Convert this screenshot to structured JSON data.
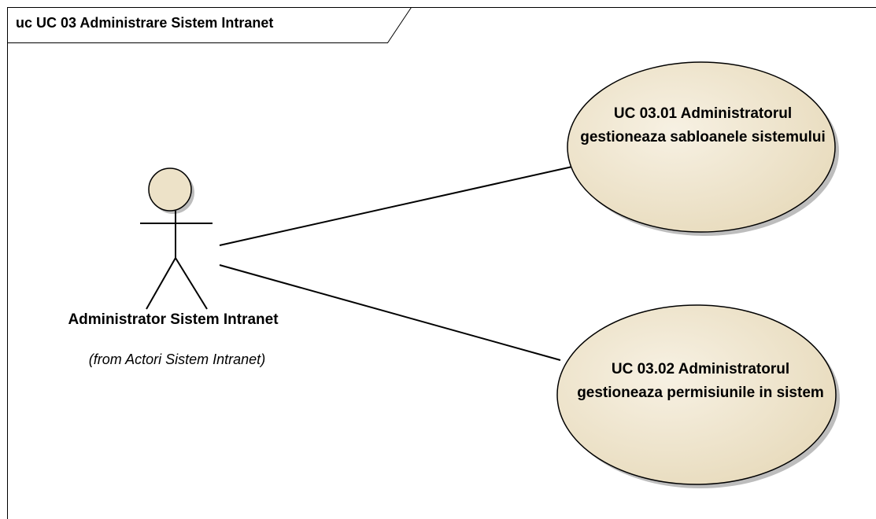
{
  "diagram": {
    "frame_title": "uc UC 03 Administrare Sistem Intranet",
    "actor": {
      "name": "Administrator Sistem Intranet",
      "from": "(from Actori Sistem Intranet)"
    },
    "use_cases": [
      {
        "id": "uc-03-01",
        "label": "UC 03.01 Administratorul gestioneaza sabloanele sistemului"
      },
      {
        "id": "uc-03-02",
        "label": "UC 03.02 Administratorul gestioneaza permisiunile in sistem"
      }
    ],
    "colors": {
      "use_case_fill": "#ede2c8",
      "actor_head_fill": "#ede2c8",
      "shadow": "#bdbdbd",
      "line": "#000000",
      "frame": "#000000"
    }
  }
}
